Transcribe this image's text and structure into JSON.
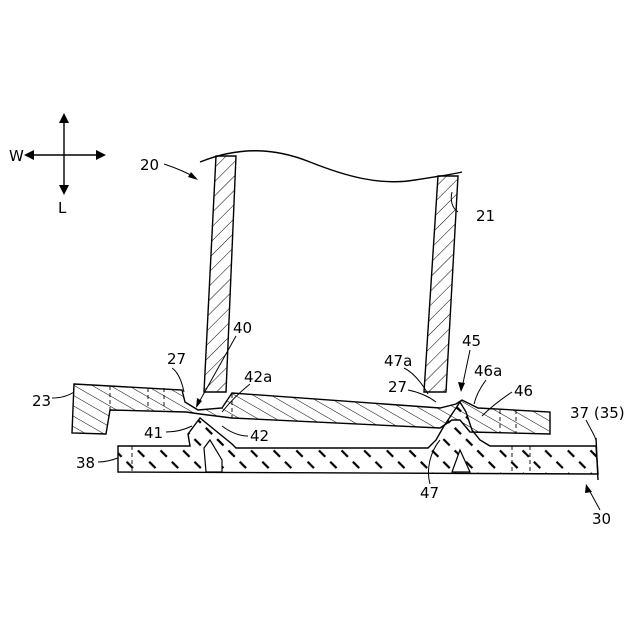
{
  "direction": {
    "horizontal": "W",
    "vertical": "L"
  },
  "labels": {
    "l20": "20",
    "l21": "21",
    "l23": "23",
    "l27a": "27",
    "l27b": "27",
    "l30": "30",
    "l37": "37 (35)",
    "l38": "38",
    "l40": "40",
    "l41": "41",
    "l42": "42",
    "l42a": "42a",
    "l45": "45",
    "l46": "46",
    "l46a": "46a",
    "l47": "47",
    "l47a": "47a"
  }
}
